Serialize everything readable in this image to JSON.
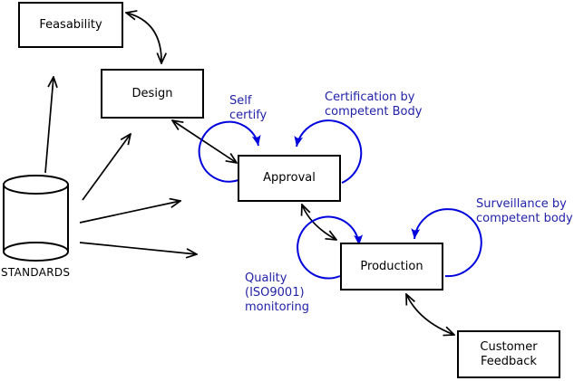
{
  "diagram": {
    "type": "process-flow",
    "background": "#ffffff",
    "nodes": {
      "feasability": {
        "label": "Feasability"
      },
      "design": {
        "label": "Design"
      },
      "approval": {
        "label": "Approval"
      },
      "production": {
        "label": "Production"
      },
      "customer_feedback": {
        "lines": [
          "Customer",
          "Feedback"
        ]
      }
    },
    "datastore": {
      "label": "STANDARDS",
      "shape": "cylinder"
    },
    "annotations": {
      "self_certify": {
        "lines": [
          "Self",
          "certify"
        ],
        "attached_to": "approval"
      },
      "certification": {
        "lines": [
          "Certification by",
          "competent Body"
        ],
        "attached_to": "approval"
      },
      "surveillance": {
        "lines": [
          "Surveillance by",
          "competent body"
        ],
        "attached_to": "production"
      },
      "quality": {
        "lines": [
          "Quality",
          "(ISO9001)",
          "monitoring"
        ],
        "attached_to": "production"
      }
    },
    "edges": [
      {
        "from": "feasability",
        "to": "design",
        "bidirectional": true,
        "style": "curved"
      },
      {
        "from": "design",
        "to": "approval",
        "bidirectional": true,
        "style": "straight"
      },
      {
        "from": "approval",
        "to": "production",
        "bidirectional": true,
        "style": "curved"
      },
      {
        "from": "production",
        "to": "customer_feedback",
        "bidirectional": true,
        "style": "curved"
      },
      {
        "from": "standards",
        "to": "feasability",
        "bidirectional": false,
        "style": "straight"
      },
      {
        "from": "standards",
        "to": "design",
        "bidirectional": false,
        "style": "straight"
      },
      {
        "from": "standards",
        "to": "approval",
        "bidirectional": false,
        "style": "straight"
      },
      {
        "from": "standards",
        "to": "production",
        "bidirectional": false,
        "style": "straight"
      },
      {
        "loop_on": "approval",
        "label": "self_certify",
        "side": "top-left"
      },
      {
        "loop_on": "approval",
        "label": "certification",
        "side": "top-right"
      },
      {
        "loop_on": "production",
        "label": "quality",
        "side": "top-left"
      },
      {
        "loop_on": "production",
        "label": "surveillance",
        "side": "top-right"
      }
    ],
    "colors": {
      "node_border": "#000000",
      "edge": "#000000",
      "loop": "#0000dd",
      "annotation_text": "#2222aa"
    }
  }
}
